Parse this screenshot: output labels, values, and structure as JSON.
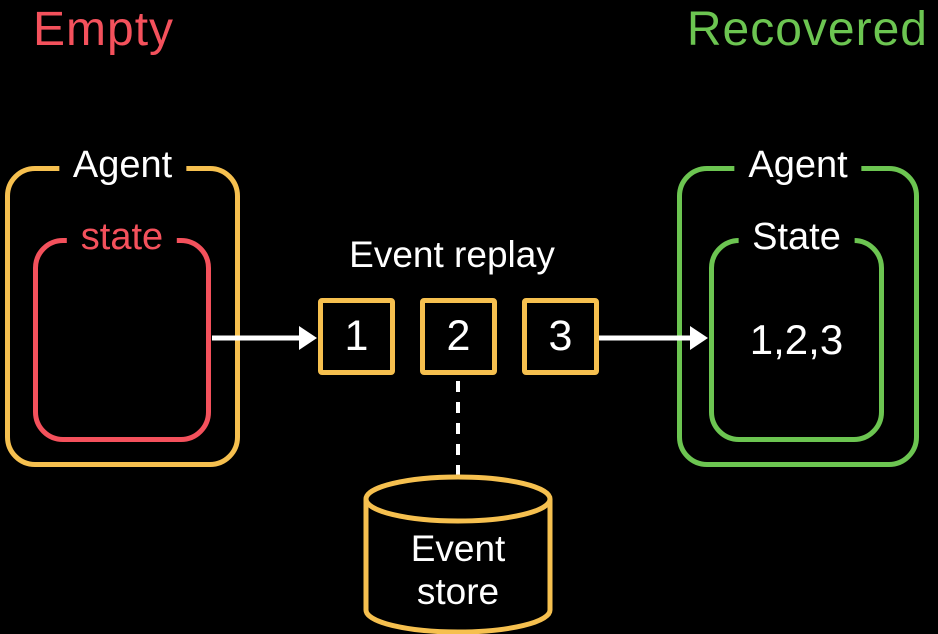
{
  "titles": {
    "left": "Empty",
    "right": "Recovered"
  },
  "left_agent": {
    "label": "Agent",
    "state_label": "state",
    "state_value": ""
  },
  "event_replay": {
    "title": "Event replay",
    "events": [
      "1",
      "2",
      "3"
    ]
  },
  "right_agent": {
    "label": "Agent",
    "state_label": "State",
    "state_value": "1,2,3"
  },
  "event_store": {
    "line1": "Event",
    "line2": "store"
  },
  "colors": {
    "background": "#000000",
    "empty_red": "#F4515C",
    "recovered_green": "#6CC551",
    "event_yellow": "#F6C04F",
    "text_white": "#FFFFFF"
  }
}
